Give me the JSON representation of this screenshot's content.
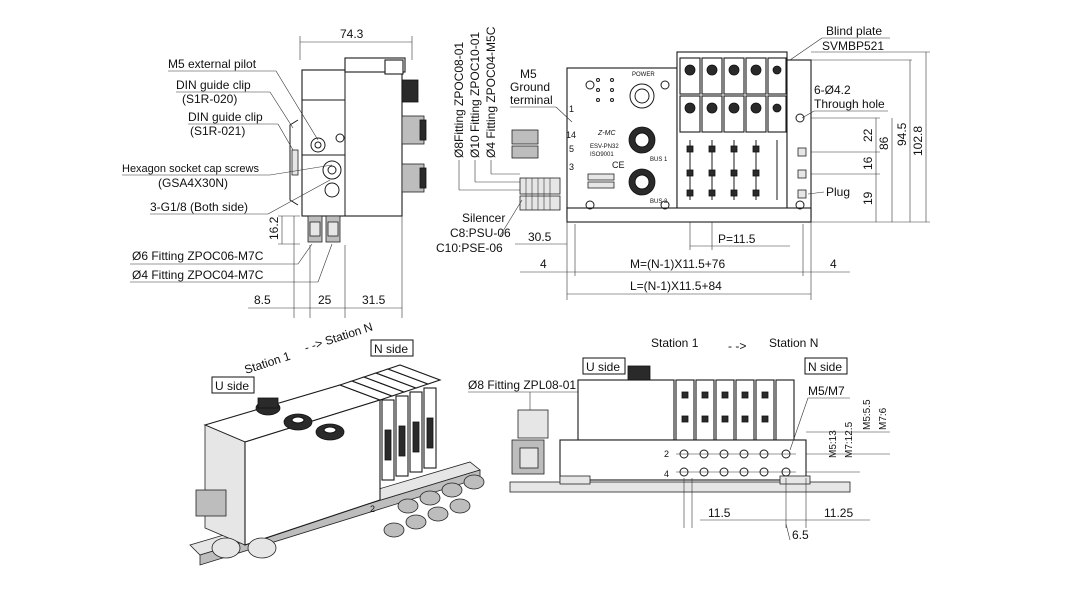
{
  "labels": {
    "top_dim": "74.3",
    "m5_pilot": "M5 external pilot",
    "din_clip1": "DIN guide clip",
    "din_clip1_code": "(S1R-020)",
    "din_clip2": "DIN guide clip",
    "din_clip2_code": "(S1R-021)",
    "hex_screws": "Hexagon socket cap screws",
    "hex_screws_code": "(GSA4X30N)",
    "g18": "3-G1/8 (Both side)",
    "dim_16_2": "16.2",
    "fit6": "Ø6  Fitting  ZPOC06-M7C",
    "fit4": "Ø4  Fitting  ZPOC04-M7C",
    "dim_8_5": "8.5",
    "dim_25": "25",
    "dim_31_5": "31.5",
    "vfit1": "Ø8Fitting  ZPOC08-01",
    "vfit2": "Ø10 Fitting  ZPOC10-01",
    "vfit3": "Ø4  Fitting  ZPOC04-M5C",
    "m5": "M5",
    "ground": "Ground",
    "terminal": "terminal",
    "silencer": "Silencer",
    "c8": "C8:PSU-06",
    "c10": "C10:PSE-06",
    "dim_30_5": "30.5",
    "dim_4_left": "4",
    "p": "P=11.5",
    "m_formula": "M=(N-1)X11.5+76",
    "dim_4_right": "4",
    "l_formula": "L=(N-1)X11.5+84",
    "blind_plate": "Blind plate",
    "blind_plate_code": "SVMBP521",
    "holes": "6-Ø4.2",
    "through_hole": "Through hole",
    "plug": "Plug",
    "dim_22": "22",
    "dim_16": "16",
    "dim_19": "19",
    "dim_86": "86",
    "dim_94_5": "94.5",
    "dim_102_8": "102.8",
    "station1_left": "Station 1",
    "stationN_left": "- -> Station N",
    "u_side_left": "U side",
    "n_side_left": "N side",
    "station1_right": "Station 1",
    "arrow_right": "- ->",
    "stationN_right": "Station N",
    "u_side_right": "U side",
    "n_side_right": "N side",
    "fit8_right": "Ø8 Fitting ZPL08-01",
    "m5m7": "M5/M7",
    "m5_13": "M5:13",
    "m7_12_5": "M7:12.5",
    "m5_5_5": "M5:5.5",
    "m7_6": "M7:6",
    "dim_11_5": "11.5",
    "dim_11_25": "11.25",
    "dim_6_5": "6.5",
    "port_2": "2",
    "port_4": "4"
  },
  "front_panel": {
    "brand": "Z-MC",
    "model": "ESV-PN32",
    "standard": "ISO9001",
    "ce": "CE",
    "bus1": "BUS 1",
    "bus2": "BUS 2",
    "power": "POWER",
    "port14": "14",
    "port5": "5",
    "port3": "3",
    "port1": "1"
  }
}
